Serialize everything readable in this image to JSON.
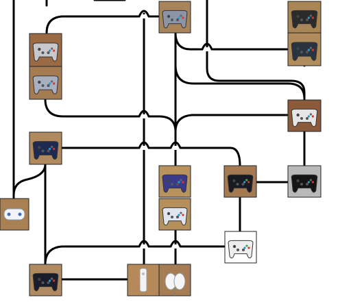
{
  "diagram": {
    "nodes": [
      {
        "id": "n64_grey",
        "icon": "n64-controller-icon",
        "body": "#8c95a6",
        "bg": "#a7845a"
      },
      {
        "id": "xbox_top",
        "icon": "xbox-controller-icon",
        "body": "#2b2b2b",
        "bg": "#a98656"
      },
      {
        "id": "ps1",
        "icon": "playstation-controller-icon",
        "body": "#c8c8cc",
        "bg": "#9a6a44"
      },
      {
        "id": "ps2_grey",
        "icon": "dualshock-grey-icon",
        "body": "#a8b0c0",
        "bg": "#a57b51"
      },
      {
        "id": "dreamcast_black",
        "icon": "dreamcast-controller-icon",
        "body": "#2c3340",
        "bg": "#b08c5c"
      },
      {
        "id": "dreamcast_white",
        "icon": "dreamcast-white-controller-icon",
        "body": "#e6e6e6",
        "bg": "#8a5a3a"
      },
      {
        "id": "ps2_black",
        "icon": "dualshock-black-icon",
        "body": "#1f2a50",
        "bg": "#b0895e"
      },
      {
        "id": "gc_indigo",
        "icon": "gamecube-indigo-controller-icon",
        "body": "#3a3a8a",
        "bg": "#b8935f"
      },
      {
        "id": "gc_white",
        "icon": "gamecube-white-controller-icon",
        "body": "#dfe6f0",
        "bg": "#b58f5c"
      },
      {
        "id": "xbox360_black",
        "icon": "xbox360-black-controller-icon",
        "body": "#1a1a22",
        "bg": "#a37a52"
      },
      {
        "id": "ps3_black",
        "icon": "ps3-controller-icon",
        "body": "#151515",
        "bg": "#b9b9b9"
      },
      {
        "id": "wii_classic",
        "icon": "wii-classic-controller-icon",
        "body": "#f2f4f8",
        "bg": "#a98052"
      },
      {
        "id": "xbox360_white",
        "icon": "xbox360-white-controller-icon",
        "body": "#eeeeee",
        "bg": "#ffffff"
      },
      {
        "id": "ps3_bottom",
        "icon": "sixaxis-controller-icon",
        "body": "#1a1e2a",
        "bg": "#b08a60"
      },
      {
        "id": "wii_remote",
        "icon": "wii-remote-icon",
        "body": "#f3f3f3",
        "bg": "#b5895a"
      },
      {
        "id": "wii_nunchuk",
        "icon": "wii-nunchuk-icon",
        "body": "#f5f5f5",
        "bg": "#a57c54"
      }
    ]
  }
}
